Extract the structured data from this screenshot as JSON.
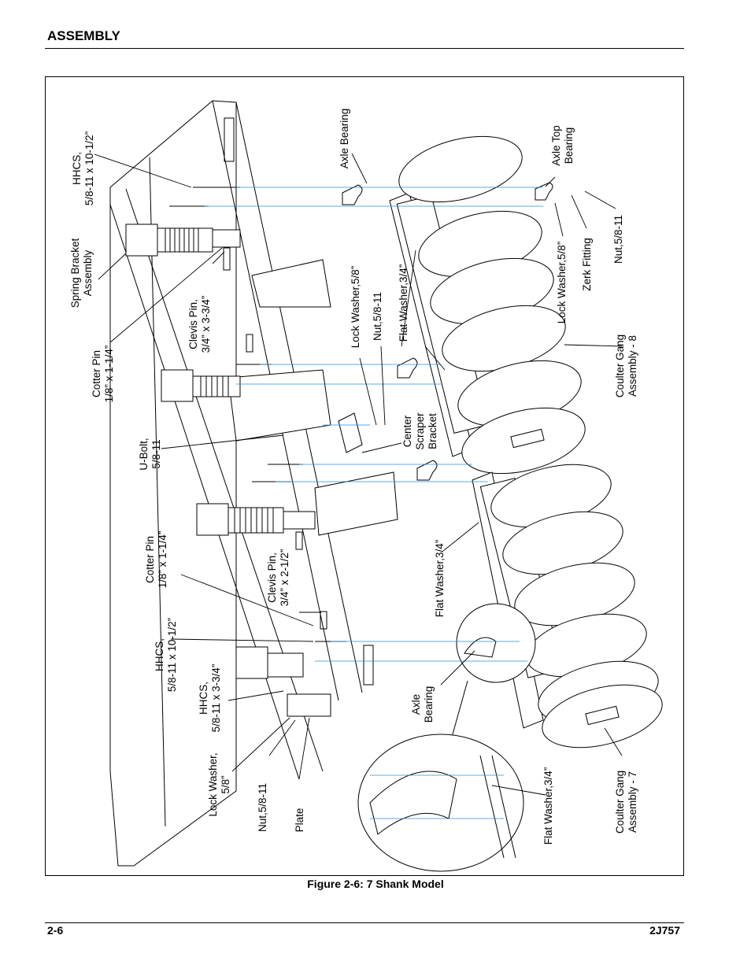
{
  "header": {
    "section": "ASSEMBLY"
  },
  "figure": {
    "caption": "Figure 2-6:  7 Shank Model",
    "labels": [
      {
        "id": "hhcs-top",
        "lines": [
          "HHCS,",
          "5/8-11 x 10-1/2”"
        ]
      },
      {
        "id": "spring-bracket",
        "lines": [
          "Spring Bracket",
          "Assembly"
        ]
      },
      {
        "id": "cotter-pin-top",
        "lines": [
          "Cotter Pin",
          "1/8” x 1-1/4”"
        ]
      },
      {
        "id": "clevis-pin-top",
        "lines": [
          "Clevis Pin,",
          "3/4” x 3-3/4”"
        ]
      },
      {
        "id": "u-bolt",
        "lines": [
          "U-Bolt,",
          "5/8-11"
        ]
      },
      {
        "id": "cotter-pin-mid",
        "lines": [
          "Cotter Pin",
          "1/8” x 1-1/4”"
        ]
      },
      {
        "id": "clevis-pin-mid",
        "lines": [
          "Clevis Pin,",
          "3/4” x 2-1/2”"
        ]
      },
      {
        "id": "hhcs-mid",
        "lines": [
          "HHCS,",
          "5/8-11 x 10-1/2”"
        ]
      },
      {
        "id": "hhcs-low",
        "lines": [
          "HHCS,",
          "5/8-11 x 3-3/4”"
        ]
      },
      {
        "id": "lock-washer-low",
        "lines": [
          "Lock Washer,",
          "5/8”"
        ]
      },
      {
        "id": "nut-low",
        "lines": [
          "Nut,5/8-11"
        ]
      },
      {
        "id": "plate",
        "lines": [
          "Plate"
        ]
      },
      {
        "id": "axle-bearing-top",
        "lines": [
          "Axle Bearing"
        ]
      },
      {
        "id": "lock-washer-mid",
        "lines": [
          "Lock Washer,5/8”"
        ]
      },
      {
        "id": "nut-mid",
        "lines": [
          "Nut,5/8-11"
        ]
      },
      {
        "id": "flat-washer-top",
        "lines": [
          "Flat Washer,3/4”"
        ]
      },
      {
        "id": "center-scraper",
        "lines": [
          "Center",
          "Scraper",
          "Bracket"
        ]
      },
      {
        "id": "flat-washer-mid",
        "lines": [
          "Flat Washer,3/4”"
        ]
      },
      {
        "id": "axle-bearing-low",
        "lines": [
          "Axle",
          "Bearing"
        ]
      },
      {
        "id": "flat-washer-low",
        "lines": [
          "Flat Washer,3/4”"
        ]
      },
      {
        "id": "axle-top-bearing",
        "lines": [
          "Axle Top",
          "Bearing"
        ]
      },
      {
        "id": "lock-washer-right",
        "lines": [
          "Lock Washer,5/8”"
        ]
      },
      {
        "id": "zerk-fitting",
        "lines": [
          "Zerk Fitting"
        ]
      },
      {
        "id": "nut-right",
        "lines": [
          "Nut,5/8-11"
        ]
      },
      {
        "id": "coulter-gang-8",
        "lines": [
          "Coulter Gang",
          "Assembly - 8"
        ]
      },
      {
        "id": "coulter-gang-7",
        "lines": [
          "Coulter Gang",
          "Assembly - 7"
        ]
      }
    ]
  },
  "footer": {
    "page": "2-6",
    "doc_id": "2J757"
  }
}
